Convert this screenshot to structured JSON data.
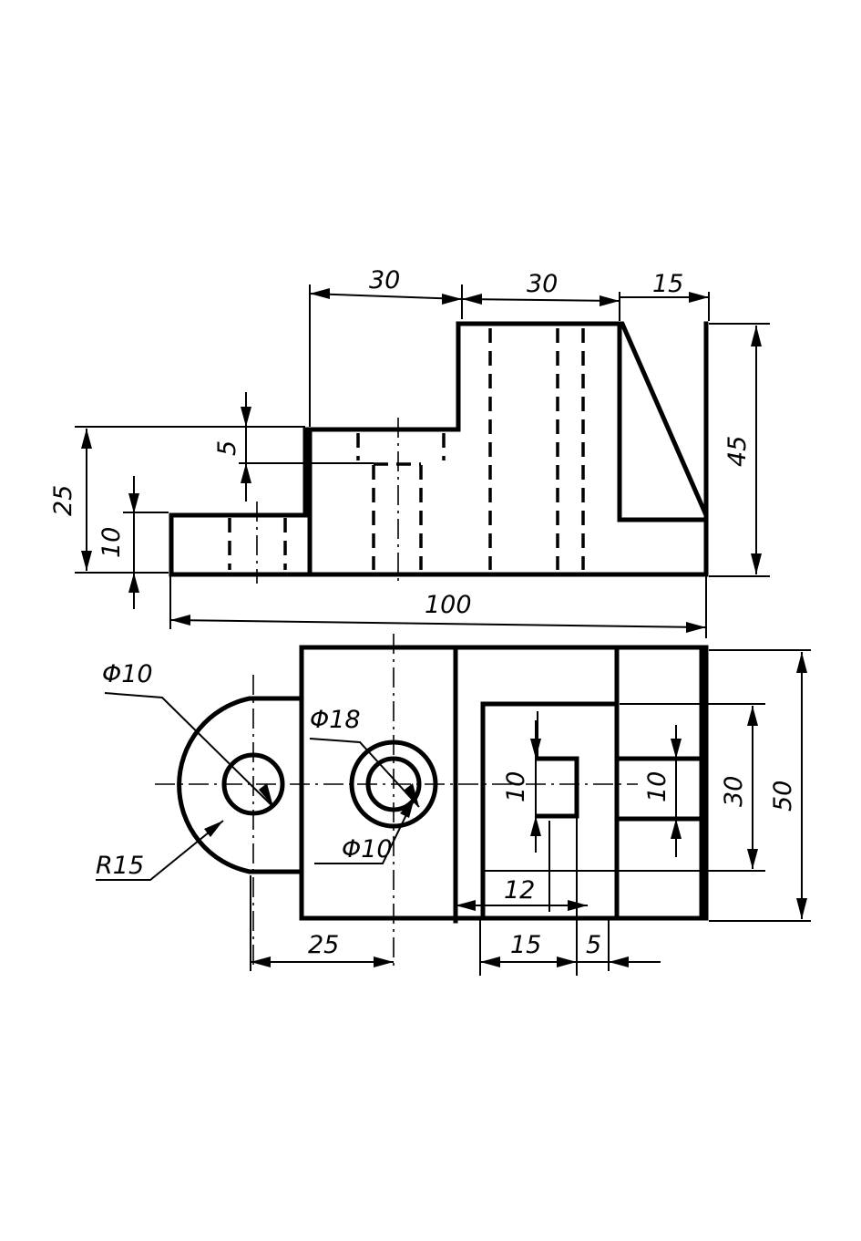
{
  "front_view": {
    "dim_30_left": "30",
    "dim_30_right": "30",
    "dim_15_top": "15",
    "dim_45": "45",
    "dim_25": "25",
    "dim_5": "5",
    "dim_10": "10",
    "dim_100": "100"
  },
  "top_view": {
    "phi10_left": "Φ10",
    "phi18": "Φ18",
    "phi10_right": "Φ10",
    "r15": "R15",
    "dim_25": "25",
    "dim_10_slot": "10",
    "dim_10_right": "10",
    "dim_30": "30",
    "dim_50": "50",
    "dim_12": "12",
    "dim_15": "15",
    "dim_5": "5"
  }
}
